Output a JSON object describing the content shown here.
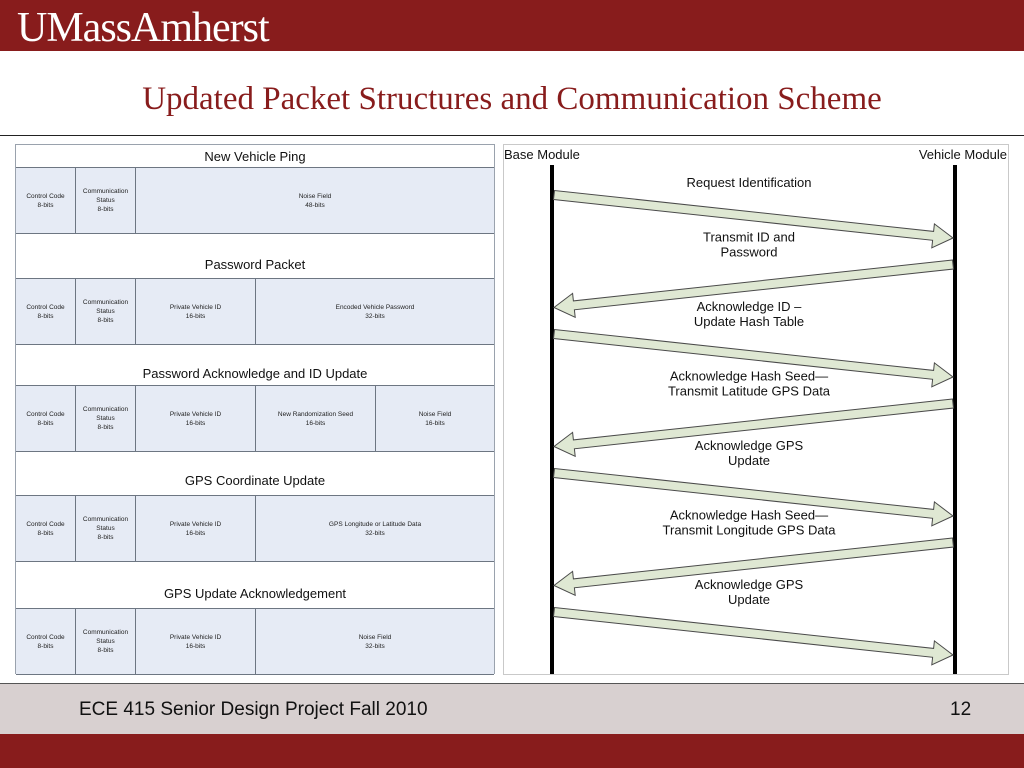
{
  "header": {
    "logo_text": "UMassAmherst",
    "brand_color": "#881c1c"
  },
  "slide": {
    "title": "Updated Packet Structures and Communication Scheme"
  },
  "packets": [
    {
      "name": "New Vehicle Ping",
      "fields": [
        {
          "name": "Control Code",
          "bits": "8-bits"
        },
        {
          "name": "Communication Status",
          "bits": "8-bits"
        },
        {
          "name": "Noise Field",
          "bits": "48-bits"
        }
      ]
    },
    {
      "name": "Password Packet",
      "fields": [
        {
          "name": "Control Code",
          "bits": "8-bits"
        },
        {
          "name": "Communication Status",
          "bits": "8-bits"
        },
        {
          "name": "Private Vehicle ID",
          "bits": "16-bits"
        },
        {
          "name": "Encoded Vehicle Password",
          "bits": "32-bits"
        }
      ]
    },
    {
      "name": "Password Acknowledge and ID Update",
      "fields": [
        {
          "name": "Control Code",
          "bits": "8-bits"
        },
        {
          "name": "Communication Status",
          "bits": "8-bits"
        },
        {
          "name": "Private Vehicle ID",
          "bits": "16-bits"
        },
        {
          "name": "New Randomization Seed",
          "bits": "16-bits"
        },
        {
          "name": "Noise Field",
          "bits": "16-bits"
        }
      ]
    },
    {
      "name": "GPS Coordinate Update",
      "fields": [
        {
          "name": "Control Code",
          "bits": "8-bits"
        },
        {
          "name": "Communication Status",
          "bits": "8-bits"
        },
        {
          "name": "Private Vehicle ID",
          "bits": "16-bits"
        },
        {
          "name": "GPS Longitude or Latitude Data",
          "bits": "32-bits"
        }
      ]
    },
    {
      "name": "GPS Update Acknowledgement",
      "fields": [
        {
          "name": "Control Code",
          "bits": "8-bits"
        },
        {
          "name": "Communication Status",
          "bits": "8-bits"
        },
        {
          "name": "Private Vehicle ID",
          "bits": "16-bits"
        },
        {
          "name": "Noise Field",
          "bits": "32-bits"
        }
      ]
    }
  ],
  "sequence": {
    "left_party": "Base Module",
    "right_party": "Vehicle Module",
    "messages": [
      {
        "label": [
          "Request Identification"
        ],
        "direction": "to-vehicle"
      },
      {
        "label": [
          "Transmit ID and",
          "Password"
        ],
        "direction": "to-base"
      },
      {
        "label": [
          "Acknowledge ID –",
          "Update Hash Table"
        ],
        "direction": "to-vehicle"
      },
      {
        "label": [
          "Acknowledge Hash Seed—",
          "Transmit Latitude GPS Data"
        ],
        "direction": "to-base"
      },
      {
        "label": [
          "Acknowledge GPS",
          "Update"
        ],
        "direction": "to-vehicle"
      },
      {
        "label": [
          "Acknowledge Hash Seed—",
          "Transmit Longitude GPS Data"
        ],
        "direction": "to-base"
      },
      {
        "label": [
          "Acknowledge GPS",
          "Update"
        ],
        "direction": "to-vehicle"
      }
    ]
  },
  "footer": {
    "course": "ECE 415 Senior Design Project Fall 2010",
    "page_number": "12"
  }
}
